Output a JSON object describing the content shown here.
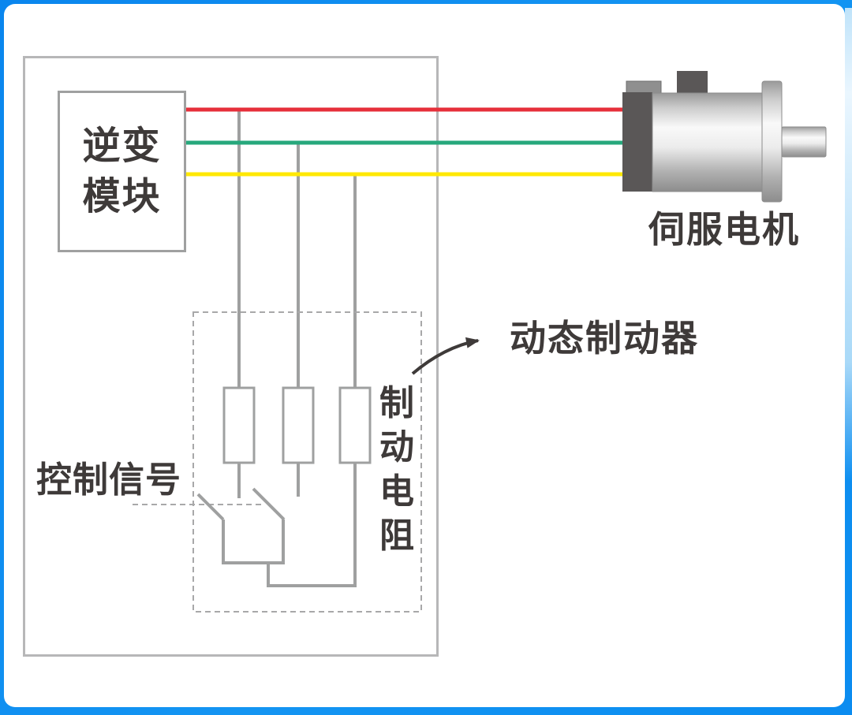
{
  "labels": {
    "inverter_module": "逆变\n模块",
    "servo_motor": "伺服电机",
    "dynamic_brake": "动态制动器",
    "control_signal": "控制信号",
    "braking_resistor": "制\n动\n电\n阻"
  },
  "colors": {
    "frame_blue": "#0b8cf0",
    "wire_red": "#e62f3a",
    "wire_green": "#27a87c",
    "wire_yellow": "#ffe800",
    "circuit_gray": "#9fa0a0",
    "cabinet_gray": "#b7b7b8",
    "metal_dark": "#5a5757",
    "text_dark": "#3e3a39"
  },
  "diagram": {
    "type": "servo-drive-dynamic-brake-wiring",
    "phase_wire_count": 3,
    "braking_resistor_count": 3,
    "switch_contact_count": 2
  }
}
